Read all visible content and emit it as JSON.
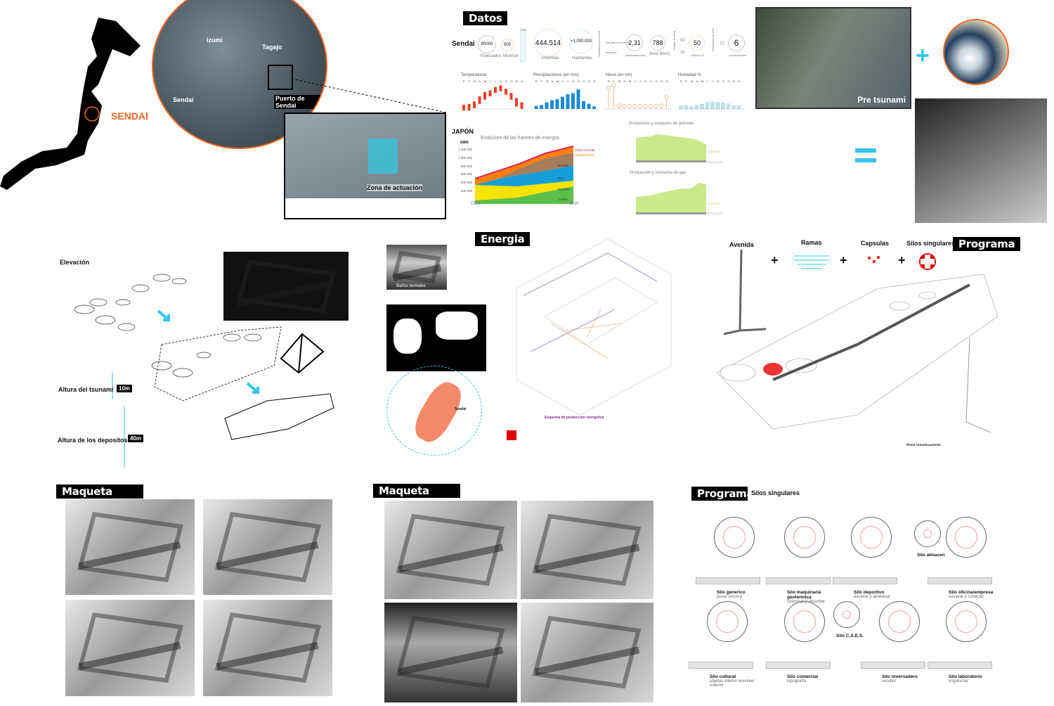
{
  "map": {
    "city": "SENDAI",
    "labels": [
      "Izumi",
      "Tagajo",
      "Sendai",
      "Puerto de Sendai"
    ],
    "zone": "Zona de actuación"
  },
  "datos": {
    "title": "Datos",
    "city": "Sendai",
    "stats": [
      {
        "v": "60000",
        "l": "Evacuados"
      },
      {
        "v": "500",
        "l": "Muertos"
      },
      {
        "v": "444.514",
        "l": "Viviendas"
      },
      {
        "v": "+1.000.000",
        "l": "Habitantes"
      },
      {
        "v": "2,31",
        "l": "Habitantes/casa"
      },
      {
        "v": "788",
        "l": "Área (km2)"
      },
      {
        "v": "50",
        "l": "Altitud (m)"
      },
      {
        "v": "6",
        "l": "Universidades"
      }
    ],
    "tsunami_bar": "10m",
    "eco_title": "Actividad económica",
    "eco": [
      "Tiendas y servicios",
      "Industria"
    ],
    "age_title": "Franja de edad",
    "age": [
      "50",
      "20"
    ],
    "life_title": "Esperanza de vida",
    "life": "77",
    "months": [
      "E",
      "F",
      "M",
      "A",
      "M",
      "J",
      "J",
      "A",
      "S",
      "O",
      "N",
      "D"
    ],
    "charts": [
      {
        "title": "Temperaturas",
        "type": "range",
        "max": [
          5,
          6,
          9,
          15,
          20,
          22,
          26,
          28,
          24,
          19,
          13,
          8
        ],
        "min": [
          -2,
          -2,
          1,
          6,
          11,
          15,
          19,
          21,
          17,
          11,
          3,
          0
        ]
      },
      {
        "title": "Precipitaciones (en mm)",
        "type": "bar",
        "values": [
          33,
          43,
          73,
          96,
          108,
          133,
          162,
          173,
          214,
          86,
          57,
          28
        ],
        "color": "#1a8ad6"
      },
      {
        "title": "Nieve (en cm)",
        "type": "lollipop",
        "values": [
          29,
          33,
          1,
          0,
          0,
          0,
          0,
          0,
          0,
          0,
          1,
          14
        ],
        "color": "#f5b98a"
      },
      {
        "title": "Humedad %",
        "type": "bar",
        "values": [
          66,
          66,
          62,
          68,
          75,
          83,
          86,
          84,
          81,
          76,
          67,
          65
        ],
        "color": "#bfe3ec"
      }
    ]
  },
  "japon": {
    "title": "JAPÓN",
    "energy_title": "Evolución de las fuentes de energía",
    "unit": "GWh",
    "yticks": [
      "1 200 000",
      "1 000 000",
      "800 000",
      "600 000",
      "400 000",
      "200 000"
    ],
    "x": [
      "1971",
      "2010"
    ],
    "sources": [
      "Otras renovables",
      "Hidroeléctrica",
      "Nuclear",
      "Gas",
      "Petróleo",
      "Carbón"
    ],
    "oil_title": "Producción y consumo de petroleo",
    "gas_title": "Producción y consumo de gas",
    "consumo": "Consumo",
    "produccion": "Producción"
  },
  "pre": {
    "label": "Pre tsunami"
  },
  "elev": {
    "title": "Elevación",
    "tsunami": "Altura del tsunami",
    "tsunami_v": "10m",
    "depositos": "Altura de los depositos",
    "depositos_v": "40m"
  },
  "energia": {
    "title": "Energia",
    "banos": "Baños termales",
    "sendai": "Sendai",
    "esquema": "Esquema de produccion energetica"
  },
  "programa": {
    "title": "Programa",
    "items": [
      "Avenida",
      "Ramas",
      "Capsulas",
      "Silos singulares"
    ],
    "plano": "Plano comunicaciones"
  },
  "maqueta": [
    "Maqueta",
    "Maqueta"
  ],
  "silos": {
    "title": "Programa",
    "subtitle": "Silos singulares",
    "items": [
      {
        "n": "Silo generico",
        "d": "posar encima"
      },
      {
        "n": "Silo maquinaria geotermica",
        "d": "colonizar y absorber"
      },
      {
        "n": "Silo deportivo",
        "d": "excavar y atravesar"
      },
      {
        "n": "Silo almacen",
        "d": ""
      },
      {
        "n": "Silo oficina/empresa",
        "d": "excavar y conectar"
      },
      {
        "n": "Silo cultural",
        "d": "objetos interior envolver exterior"
      },
      {
        "n": "Silo comercial",
        "d": "topografía"
      },
      {
        "n": "Silo C.A.E.S.",
        "d": ""
      },
      {
        "n": "Silo invernadero",
        "d": "recubrir"
      },
      {
        "n": "Silo laboratorio",
        "d": "enganchar"
      }
    ]
  }
}
